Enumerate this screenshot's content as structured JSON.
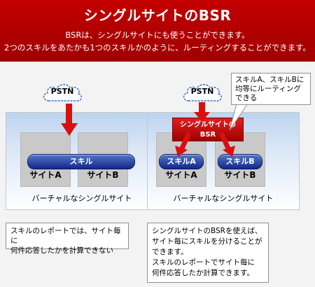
{
  "header": {
    "title": "シングルサイトのBSR",
    "line1": "BSRは、シングルサイトにも使うことができます。",
    "line2": "2つのスキルをあたかも1つのスキルかのように、ルーティングすることができます。"
  },
  "left": {
    "cloud": "PSTN",
    "skill": "スキル",
    "site_a": "サイトA",
    "site_b": "サイトB",
    "caption": "バーチャルなシングルサイト",
    "note": [
      "スキルのレポートでは、サイト毎に",
      "何件応答したかを計算できない"
    ]
  },
  "right": {
    "cloud": "PSTN",
    "bsr": [
      "シングルサイトの",
      "BSR"
    ],
    "skill_a": "スキルA",
    "skill_b": "スキルB",
    "site_a": "サイトA",
    "site_b": "サイトB",
    "caption": "バーチャルなシングルサイト",
    "callout": [
      "スキルA、スキルBに",
      "均等にルーティング",
      "できる"
    ],
    "note": [
      "シングルサイトのBSRを使えば、",
      "サイト毎にスキルを分けることが",
      "できます。",
      "スキルのレポートでサイト毎に",
      "何件応答したか計算できます。"
    ]
  },
  "colors": {
    "header_red": "#b00000",
    "arrow_red": "#d81010",
    "skill_blue": "#1f3a9c"
  }
}
